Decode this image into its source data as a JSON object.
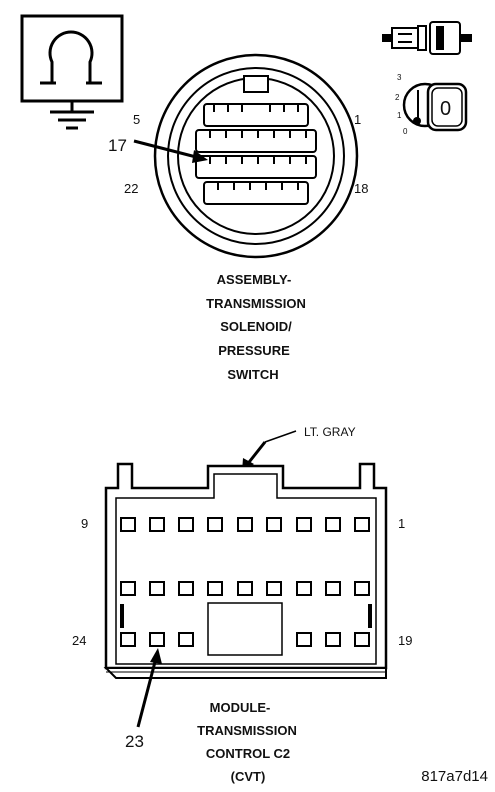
{
  "solenoid_connector": {
    "pin_top_left": "5",
    "pin_top_right": "1",
    "pin_bottom_left": "22",
    "pin_bottom_right": "18",
    "callout_pin": "17",
    "caption": [
      "ASSEMBLY-",
      "TRANSMISSION",
      "SOLENOID/",
      "PRESSURE",
      "SWITCH"
    ]
  },
  "ignition_icon": {
    "positions": [
      "3",
      "2",
      "1",
      "0"
    ],
    "key_label": "0"
  },
  "tcm_connector": {
    "color_callout": "LT. GRAY",
    "pin_top_left": "9",
    "pin_top_right": "1",
    "pin_bottom_left": "24",
    "pin_bottom_right": "19",
    "callout_pin": "23",
    "caption": [
      "MODULE-",
      "TRANSMISSION",
      "CONTROL C2",
      "(CVT)"
    ]
  },
  "figure_id": "817a7d14",
  "icon_names": [
    "ohmmeter-icon",
    "connector-disconnect-icon",
    "ignition-key-icon"
  ]
}
